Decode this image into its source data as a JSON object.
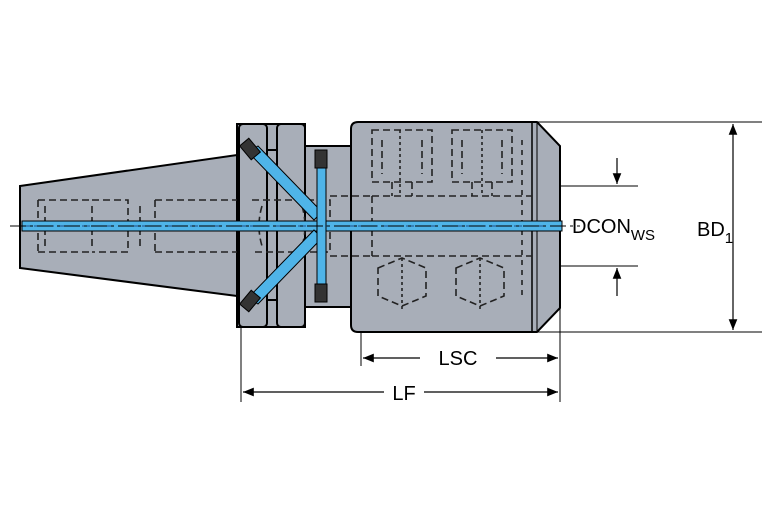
{
  "labels": {
    "dcon": "DCON",
    "dcon_sub": "WS",
    "bd": "BD",
    "bd_sub": "1",
    "lsc": "LSC",
    "lf": "LF"
  },
  "colors": {
    "body_fill": "#a8aeb8",
    "coolant": "#4fb4e8",
    "outline": "#000000",
    "background": "#ffffff"
  }
}
